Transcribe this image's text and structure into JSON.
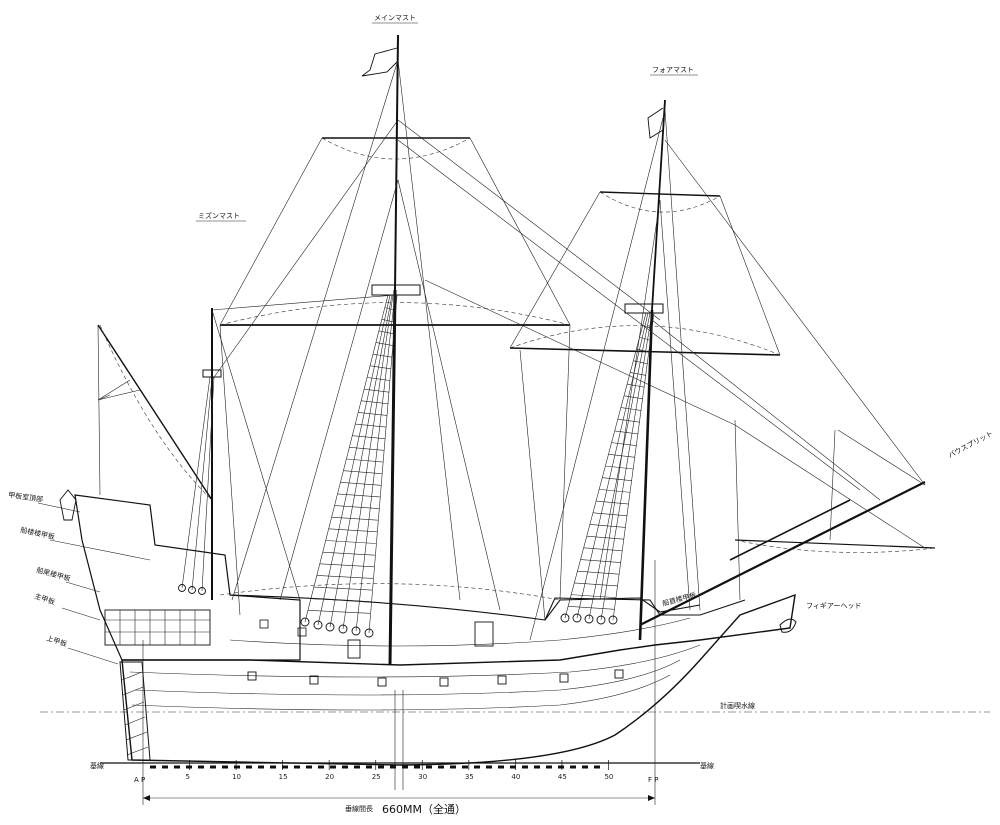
{
  "labels": {
    "mainmast": "メインマスト",
    "foremast": "フォアマスト",
    "mizzenmast": "ミズンマスト",
    "bowsprit": "バウスプリット",
    "figurehead": "フィギアーヘッド",
    "left_deck_1": "甲板室頂部",
    "left_deck_2": "船楼楼甲板",
    "left_deck_3": "船尾楼甲板",
    "left_deck_4": "主甲板",
    "left_deck_5": "上甲板",
    "fore_deck": "船首楼甲板",
    "waterline": "計画喫水線",
    "baseline_left": "基線",
    "baseline_right": "基線",
    "ap": "A P",
    "fp": "F P",
    "dimension_caption": "垂線間長",
    "dimension_value": "660MM（全通）"
  },
  "stations": [
    "5",
    "10",
    "15",
    "20",
    "25",
    "30",
    "35",
    "40",
    "45",
    "50"
  ]
}
